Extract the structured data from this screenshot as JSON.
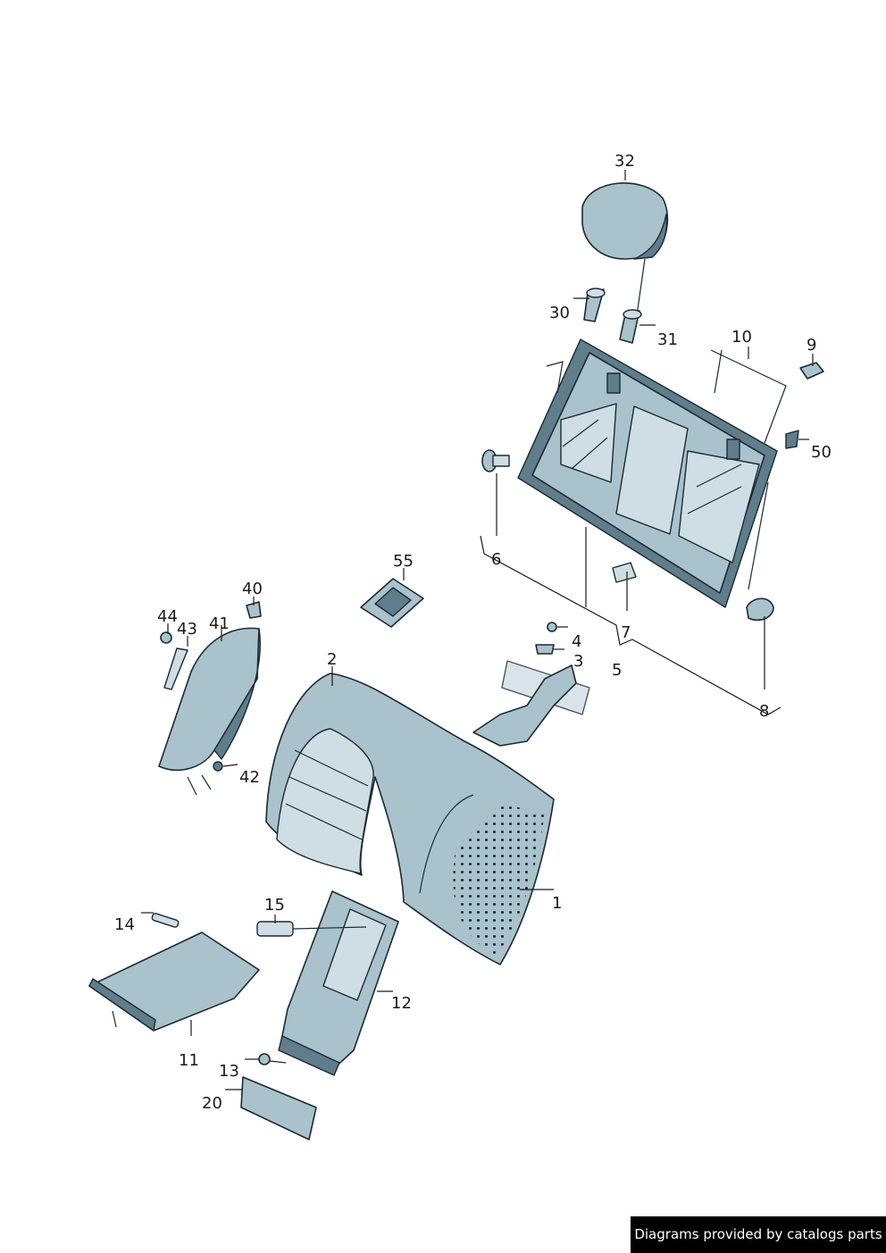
{
  "callouts": [
    "32",
    "30",
    "31",
    "10",
    "9",
    "50",
    "6",
    "7",
    "8",
    "5",
    "4",
    "3",
    "55",
    "40",
    "44",
    "43",
    "41",
    "42",
    "2",
    "1",
    "15",
    "14",
    "12",
    "11",
    "13",
    "20"
  ],
  "footer": {
    "text": "Diagrams provided by catalogs parts"
  },
  "colors": {
    "part_fill": "#a9c2cc",
    "part_dark": "#5f7d8b",
    "outline": "#1c2a33",
    "footer_bg": "#000000"
  }
}
